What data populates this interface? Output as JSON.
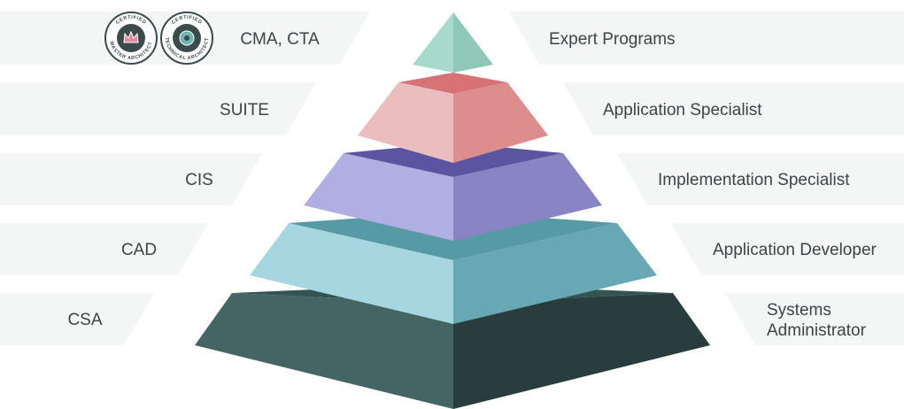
{
  "tiers": [
    {
      "code": "CMA, CTA",
      "name": "Expert Programs",
      "colors": {
        "top": "#b9e2d6",
        "left": "#a8dacb",
        "right": "#8fc8b7"
      }
    },
    {
      "code": "SUITE",
      "name": "Application Specialist",
      "colors": {
        "top": "#d77377",
        "left": "#ebbdbe",
        "right": "#dd8d8e"
      }
    },
    {
      "code": "CIS",
      "name": "Implementation Specialist",
      "colors": {
        "top": "#5b55a1",
        "left": "#b1aee3",
        "right": "#8984c4"
      }
    },
    {
      "code": "CAD",
      "name": "Application Developer",
      "colors": {
        "top": "#559aa4",
        "left": "#a6d6e0",
        "right": "#68a8b4"
      }
    },
    {
      "code": "CSA",
      "name_lines": [
        "Systems",
        "Administrator"
      ],
      "colors": {
        "top": "#345353",
        "left": "#456564",
        "right": "#293c3e"
      }
    }
  ],
  "badges": [
    {
      "top_text": "CERTIFIED",
      "bottom_text": "MASTER ARCHITECT",
      "icon": "crown-icon",
      "color": "#e88a9a"
    },
    {
      "top_text": "CERTIFIED",
      "bottom_text": "TECHNICAL ARCHITECT",
      "icon": "gear-icon",
      "color": "#6fb5b0"
    }
  ]
}
